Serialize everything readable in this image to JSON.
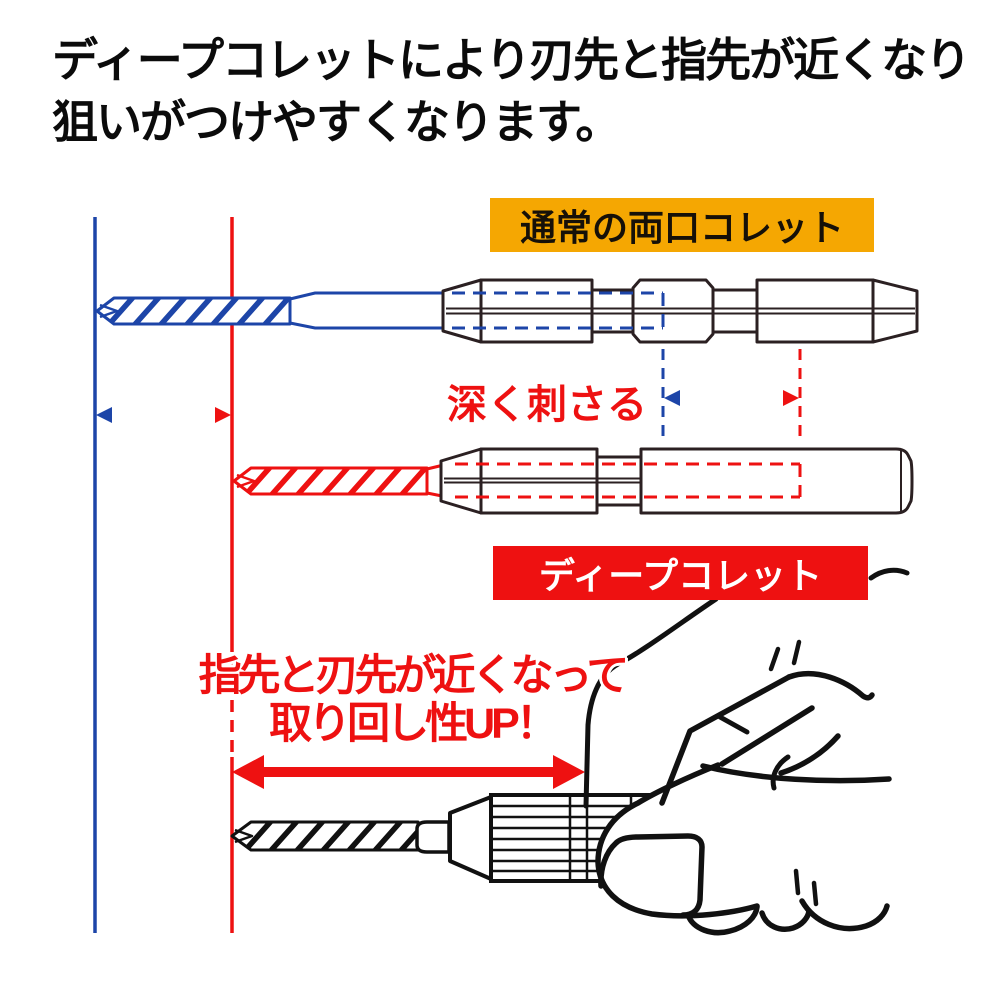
{
  "heading": {
    "line1": "ディープコレットにより刃先と指先が近くなり",
    "line2": "狙いがつけやすくなります。"
  },
  "labels": {
    "normal_collet": "通常の両口コレット",
    "deep_collet": "ディープコレット"
  },
  "annotations": {
    "depth_note": "深く刺さる",
    "benefit_line1": "指先と刃先が近くなって",
    "benefit_line2": "取り回し性UP！"
  },
  "icons": {
    "depth_dimension_arrow": "double-headed-arrow",
    "handling_dimension_arrow": "double-headed-arrow"
  },
  "colors": {
    "blue": "#1d45a8",
    "red": "#ee1111",
    "label_yellow": "#f5a702",
    "outline_dark": "#2b2022",
    "ink_black": "#111111"
  }
}
